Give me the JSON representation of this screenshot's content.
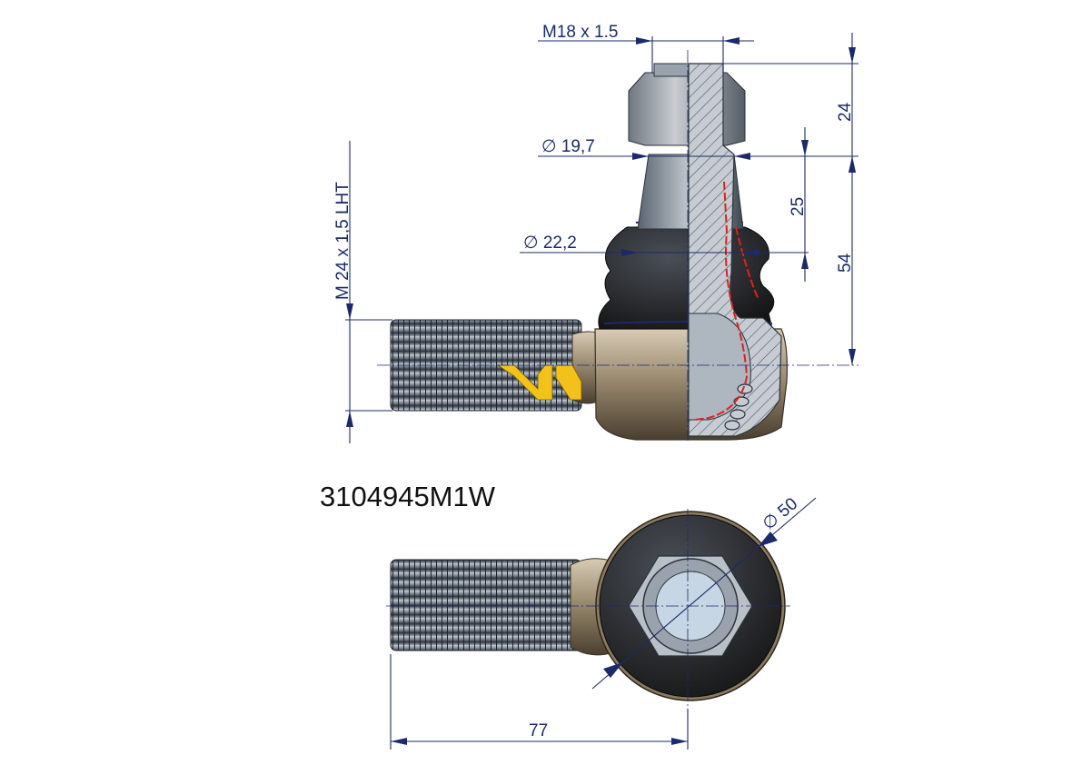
{
  "part_number": "3104945M1W",
  "dimensions": {
    "top_thread": "M18 x 1.5",
    "taper_small_dia": "∅ 19,7",
    "taper_large_dia": "∅ 22,2",
    "shank_thread": "M 24  x 1,5 LHT",
    "nut_height": "24",
    "taper_length": "25",
    "stud_height": "54",
    "housing_dia": "∅ 50",
    "overall_length": "77"
  },
  "logo": {
    "name": "W-brand-logo",
    "color": "#f2c21b"
  },
  "colors": {
    "dimension_lines": "#1c2a6b",
    "section_red": "#e02020",
    "boot_black": "#1e1e1e",
    "housing_bronze": "#8a7a62"
  }
}
